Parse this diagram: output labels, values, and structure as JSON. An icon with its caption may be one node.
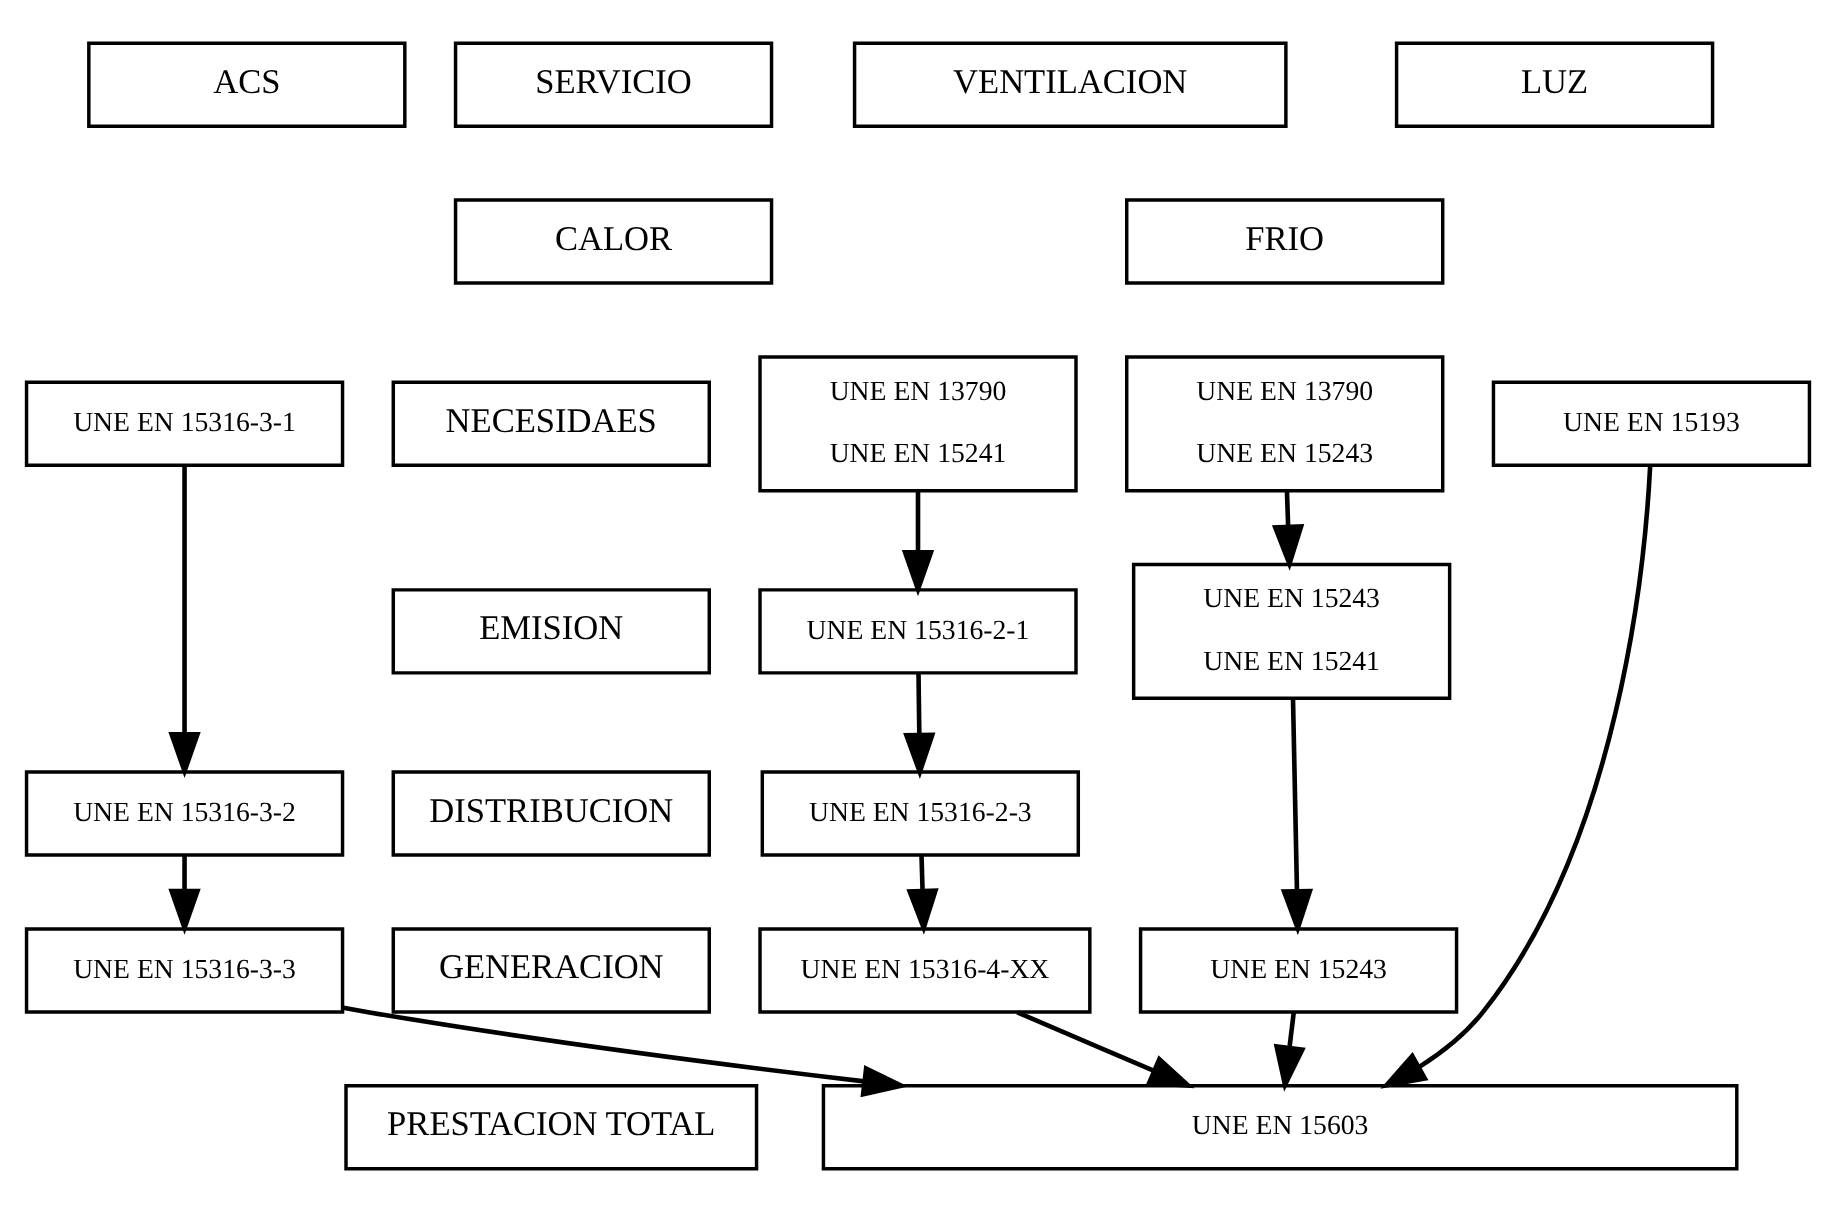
{
  "diagram": {
    "nodes": [
      {
        "text": [
          "SERVICIO"
        ]
      },
      {
        "text": [
          "ACS"
        ]
      },
      {
        "text": [
          "VENTILACION"
        ]
      },
      {
        "text": [
          "CALOR"
        ]
      },
      {
        "text": [
          "FRIO"
        ]
      },
      {
        "text": [
          "LUZ"
        ]
      },
      {
        "text": [
          "NECESIDAES"
        ]
      },
      {
        "text": [
          "UNE EN 15316-3-1"
        ]
      },
      {
        "text": [
          "UNE EN 13790",
          "UNE EN 15241"
        ]
      },
      {
        "text": [
          "UNE EN 13790",
          "UNE EN 15243"
        ]
      },
      {
        "text": [
          "UNE EN 15193"
        ]
      },
      {
        "text": [
          "EMISION"
        ]
      },
      {
        "text": [
          "UNE EN 15316-2-1"
        ]
      },
      {
        "text": [
          "UNE EN 15243",
          "UNE EN 15241"
        ]
      },
      {
        "text": [
          "DISTRIBUCION"
        ]
      },
      {
        "text": [
          "UNE EN 15316-3-2"
        ]
      },
      {
        "text": [
          "UNE EN 15316-2-3"
        ]
      },
      {
        "text": [
          "GENERACION"
        ]
      },
      {
        "text": [
          "UNE EN 15316-3-3"
        ]
      },
      {
        "text": [
          "UNE EN 15316-4-XX"
        ]
      },
      {
        "text": [
          "UNE EN 15243"
        ]
      },
      {
        "text": [
          "PRESTACION TOTAL"
        ]
      },
      {
        "text": [
          "UNE EN 15603"
        ]
      }
    ],
    "edges": [
      {
        "from": 7,
        "to": 15,
        "arrow": "to"
      },
      {
        "from": 15,
        "to": 18,
        "arrow": "to"
      },
      {
        "from": 18,
        "to": 22,
        "arrow": "to"
      },
      {
        "from": 8,
        "to": 12,
        "arrow": "to"
      },
      {
        "from": 12,
        "to": 16,
        "arrow": "to"
      },
      {
        "from": 16,
        "to": 19,
        "arrow": "to"
      },
      {
        "from": 19,
        "to": 22,
        "arrow": "to"
      },
      {
        "from": 9,
        "to": 13,
        "arrow": "to"
      },
      {
        "from": 13,
        "to": 20,
        "arrow": "to"
      },
      {
        "from": 20,
        "to": 22,
        "arrow": "to"
      },
      {
        "from": 10,
        "to": 22,
        "arrow": "to"
      }
    ]
  }
}
